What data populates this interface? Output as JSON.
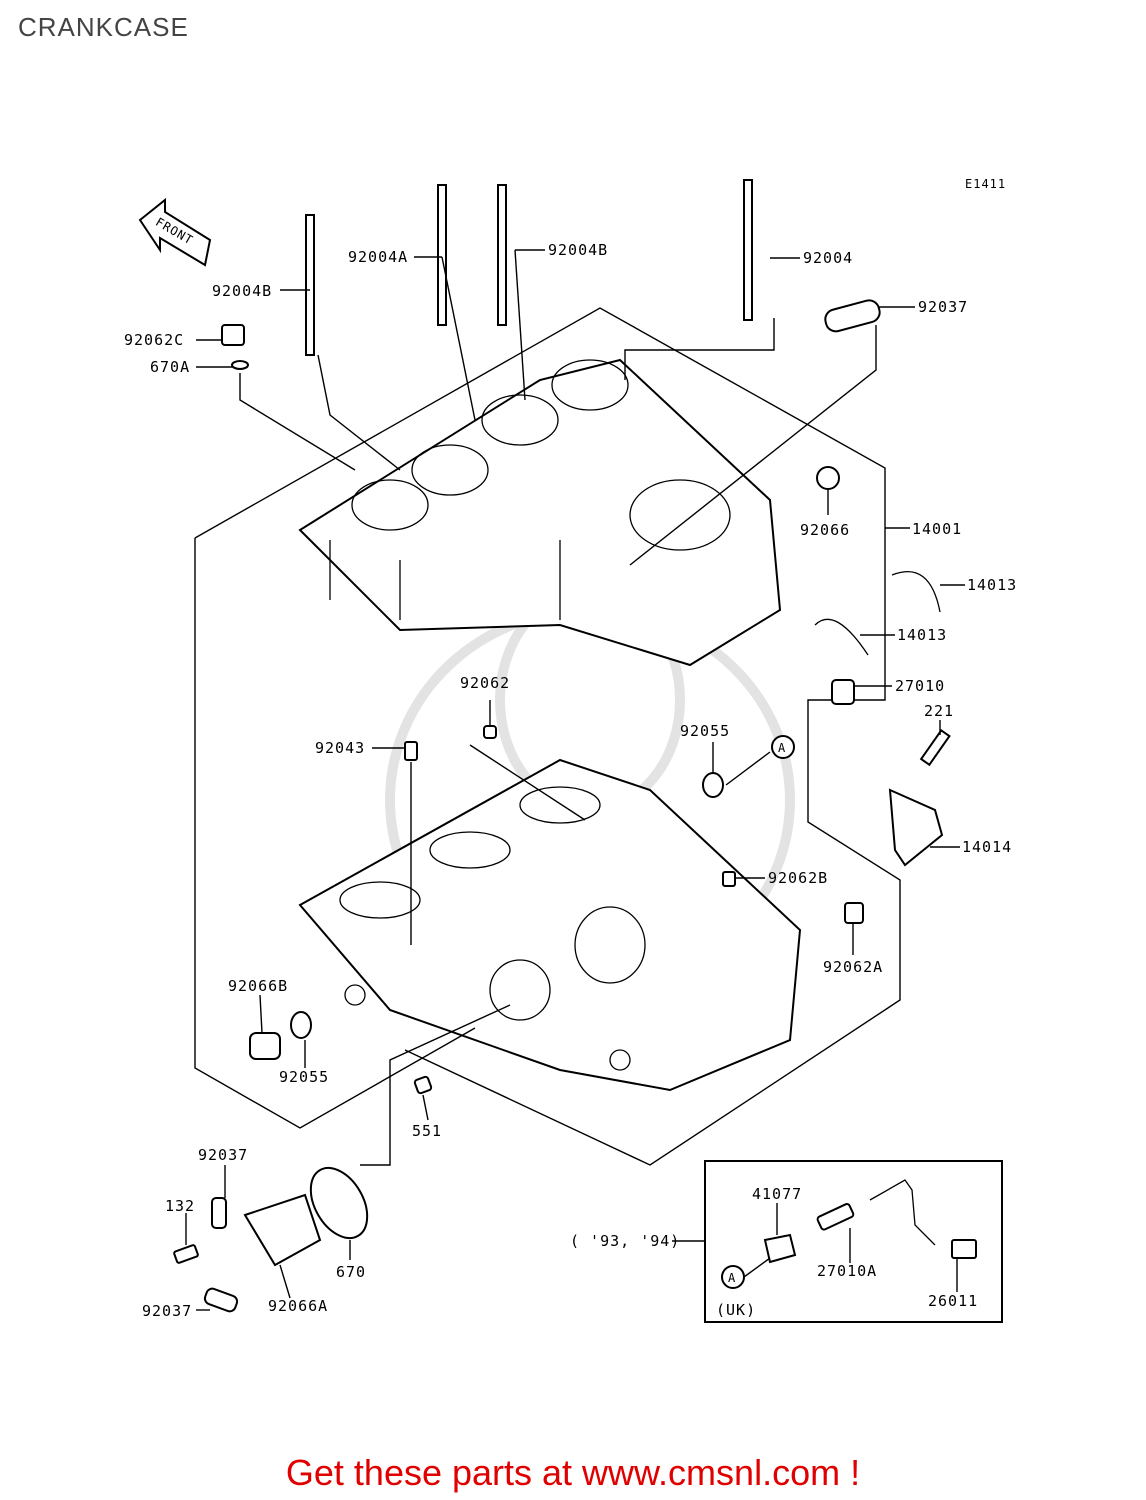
{
  "title": "CRANKCASE",
  "drawing_code": "E1411",
  "front_label": "FRONT",
  "parts": {
    "p92004B_top": "92004B",
    "p92004A": "92004A",
    "p92004B_left": "92004B",
    "p92004": "92004",
    "p92037_top": "92037",
    "p92062C": "92062C",
    "p670A": "670A",
    "p92066": "92066",
    "p14001": "14001",
    "p14013_a": "14013",
    "p14013_b": "14013",
    "p27010": "27010",
    "p221": "221",
    "p14014": "14014",
    "p92062": "92062",
    "p92043": "92043",
    "p92055_top": "92055",
    "pA_marker": "A",
    "p92062B": "92062B",
    "p92062A": "92062A",
    "p92066B": "92066B",
    "p92055_bottom": "92055",
    "p551": "551",
    "p92037_mid": "92037",
    "p132": "132",
    "p670": "670",
    "p92066A": "92066A",
    "p92037_bottom": "92037"
  },
  "inset": {
    "years": "( '93, '94)",
    "region": "(UK)",
    "p41077": "41077",
    "p27010A": "27010A",
    "p26011": "26011",
    "marker": "A"
  },
  "footer": "Get these parts at www.cmsnl.com !"
}
